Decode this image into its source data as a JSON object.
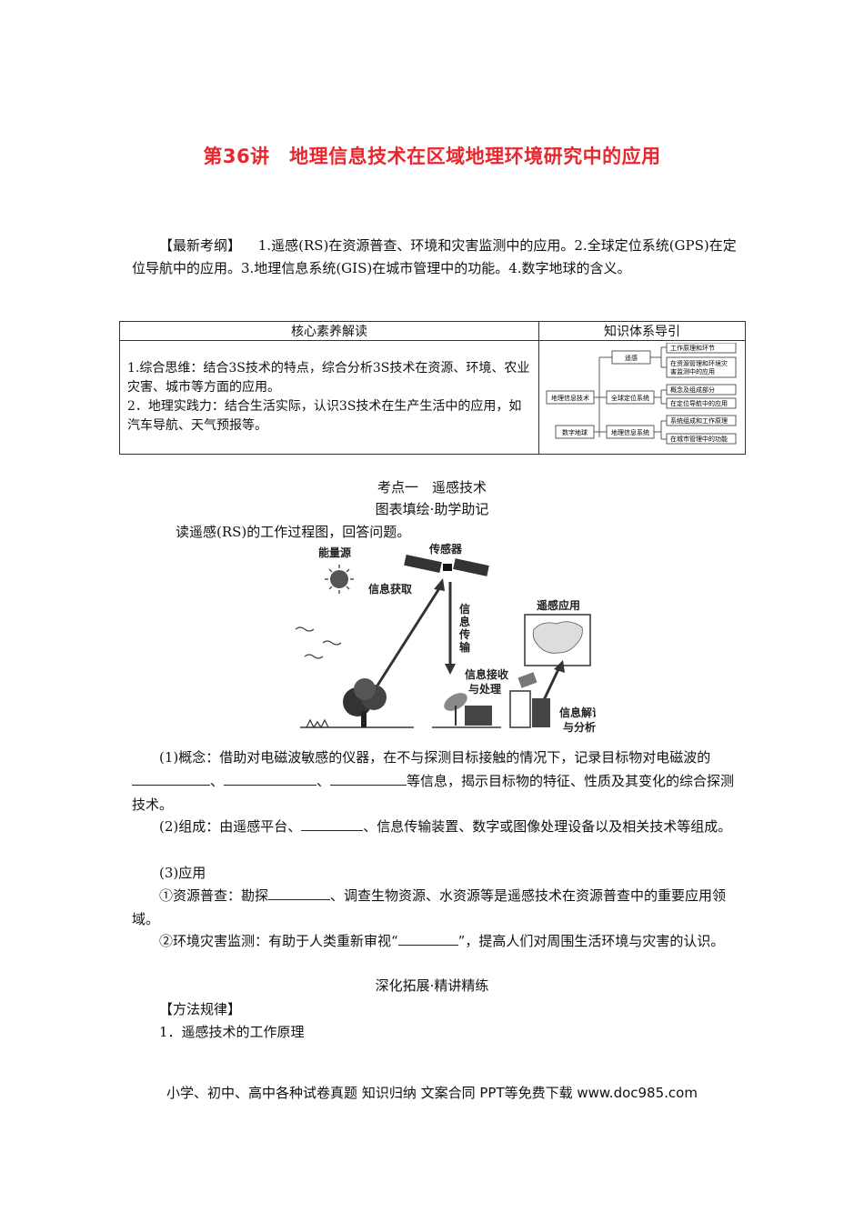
{
  "title": "第36讲　地理信息技术在区域地理环境研究中的应用",
  "outline": {
    "label": "【最新考纲】",
    "text": "1.遥感(RS)在资源普查、环境和灾害监测中的应用。2.全球定位系统(GPS)在定位导航中的应用。3.地理信息系统(GIS)在城市管理中的功能。4.数字地球的含义。"
  },
  "core_table": {
    "header_left": "核心素养解读",
    "header_right": "知识体系导引",
    "line1": "1.综合思维：结合3S技术的特点，综合分析3S技术在资源、环境、农业灾害、城市等方面的应用。",
    "line2": "2．地理实践力：结合生活实际，认识3S技术在生产生活中的应用，如汽车导航、天气预报等。",
    "diagram": {
      "root": "地理信息技术",
      "digital_earth": "数字地球",
      "rs": "遥感",
      "gps": "全球定位系统",
      "gis": "地理信息系统",
      "rs_leaf1": "工作原理和环节",
      "rs_leaf2a": "在资源管理和环境灾",
      "rs_leaf2b": "害监测中的应用",
      "gps_leaf1": "概念及组成部分",
      "gps_leaf2": "在定位导航中的应用",
      "gis_leaf1": "系统组成和工作原理",
      "gis_leaf2": "在城市管理中的功能"
    }
  },
  "section1": {
    "title": "考点一　遥感技术",
    "subtitle": "图表填绘·助学助记",
    "prompt": "读遥感(RS)的工作过程图，回答问题。"
  },
  "rs_figure": {
    "energy": "能量源",
    "sensor": "传感器",
    "acquire": "信息获取",
    "transmit": [
      "信",
      "息",
      "传",
      "输"
    ],
    "receive1": "信息接收",
    "receive2": "与处理",
    "application": "遥感应用",
    "interpret1": "信息解译",
    "interpret2": "与分析"
  },
  "q1": {
    "a": "(1)概念：借助对电磁波敏感的仪器，在不与探测目标接触的情况下，记录目标物对电磁波的",
    "sep1": "、",
    "sep2": "、",
    "b": "等信息，揭示目标物的特征、性质及其变化的综合探测技术。"
  },
  "q2": {
    "a": "(2)组成：由遥感平台、",
    "b": "、信息传输装置、数字或图像处理设备以及相关技术等组成。"
  },
  "q3": {
    "title": "(3)应用"
  },
  "q3a": {
    "a": "①资源普查：勘探",
    "b": "、调查生物资源、水资源等是遥感技术在资源普查中的重要应用领域。"
  },
  "q3b": {
    "a": "②环境灾害监测：有助于人类重新审视“",
    "b": "”，提高人们对周围生活环境与灾害的认识。"
  },
  "section2": {
    "title": "深化拓展·精讲精练"
  },
  "method": {
    "label": "【方法规律】",
    "item1": "1．遥感技术的工作原理"
  },
  "footer": "小学、初中、高中各种试卷真题  知识归纳  文案合同  PPT等免费下载     www.doc985.com"
}
